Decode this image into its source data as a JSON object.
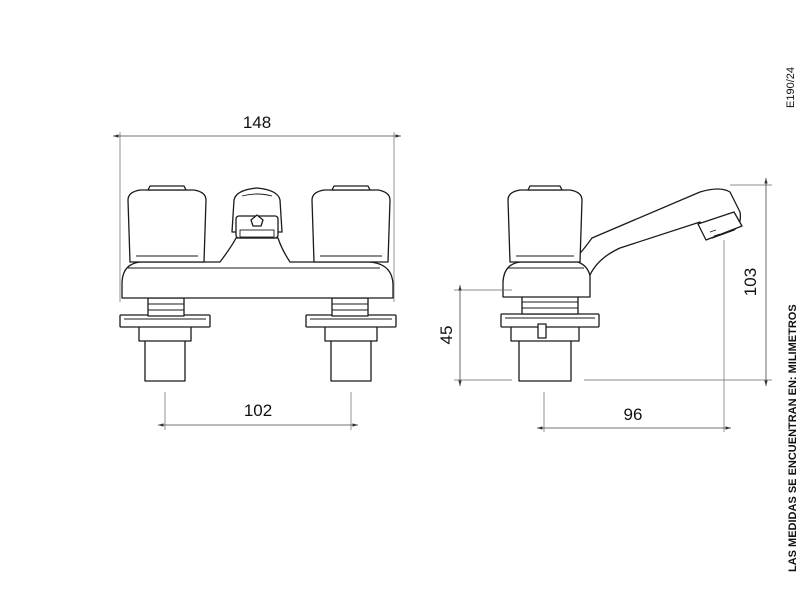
{
  "drawing": {
    "code": "E190/24",
    "note": "LAS MEDIDAS SE ENCUENTRAN EN: MILIMETROS"
  },
  "dimensions": {
    "overall_width": "148",
    "center_distance": "102",
    "base_height": "45",
    "total_height": "103",
    "spout_reach": "96"
  },
  "colors": {
    "line": "#1a1a1a",
    "dimension": "#444444",
    "background": "#ffffff"
  }
}
